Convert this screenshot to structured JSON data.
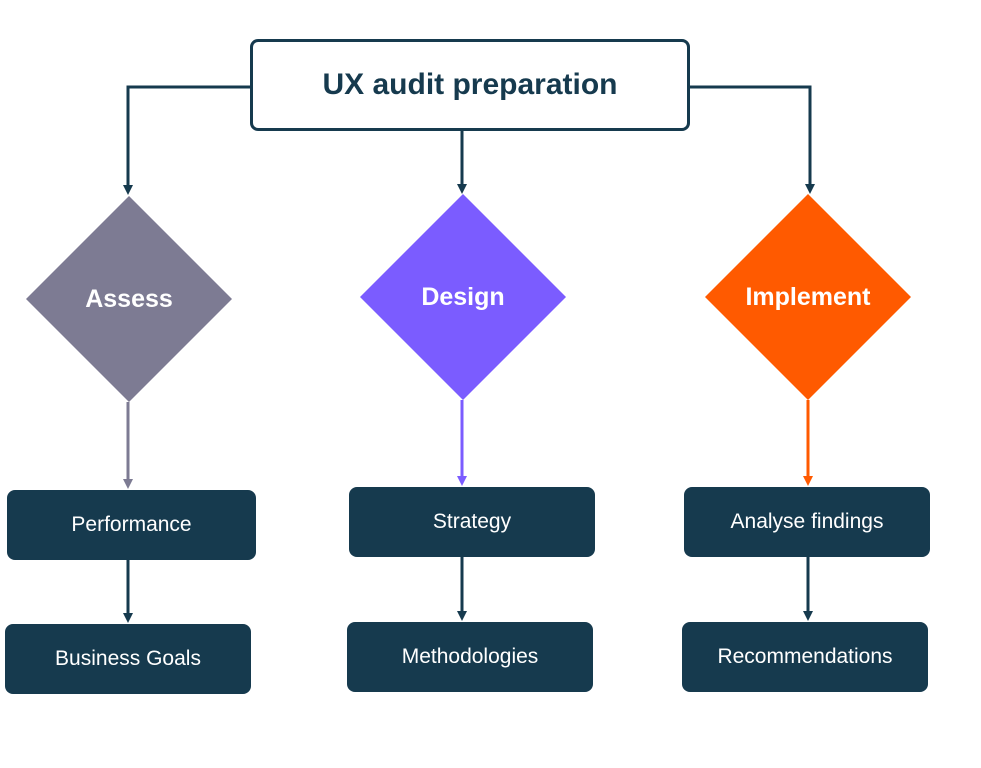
{
  "root": {
    "label": "UX audit preparation"
  },
  "colors": {
    "primary": "#163a4e",
    "assess": "#7d7b93",
    "design": "#7b5cff",
    "implement": "#ff5a00",
    "background": "#ffffff"
  },
  "branches": [
    {
      "label": "Assess",
      "color": "#7d7b93",
      "steps": [
        "Performance",
        "Business Goals"
      ]
    },
    {
      "label": "Design",
      "color": "#7b5cff",
      "steps": [
        "Strategy",
        "Methodologies"
      ]
    },
    {
      "label": "Implement",
      "color": "#ff5a00",
      "steps": [
        "Analyse findings",
        "Recommendations"
      ]
    }
  ]
}
